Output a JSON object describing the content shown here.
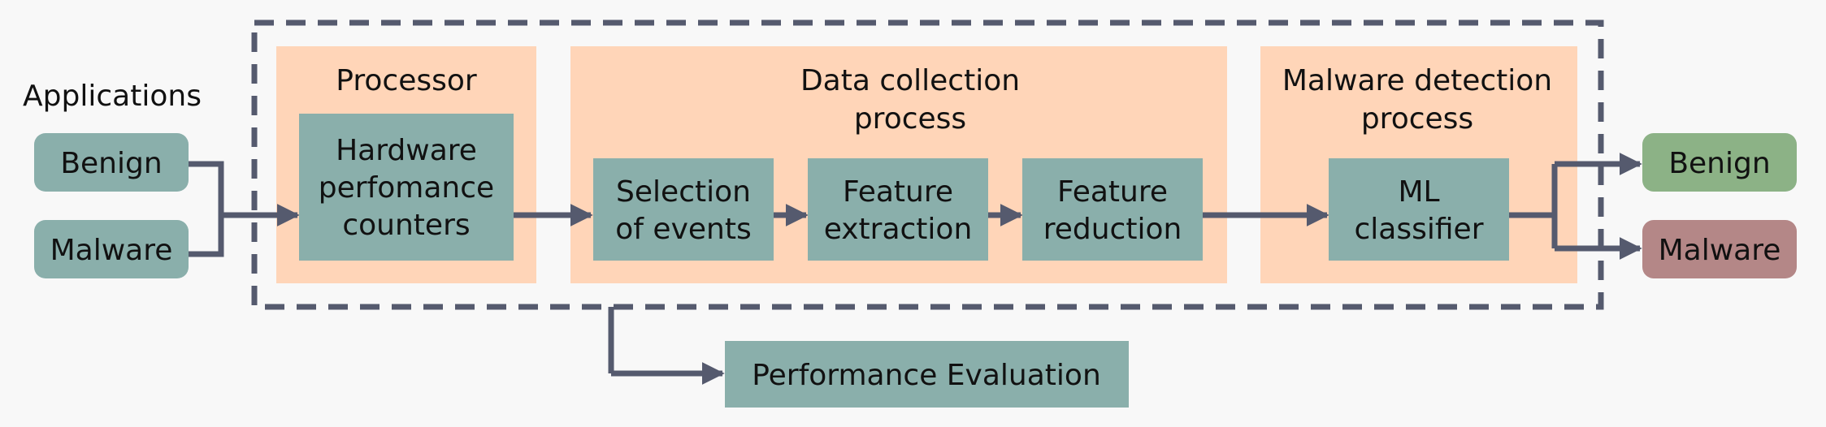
{
  "labels": {
    "applications": "Applications",
    "processor": "Processor",
    "data_collection_line1": "Data collection",
    "data_collection_line2": "process",
    "malware_detection_line1": "Malware detection",
    "malware_detection_line2": "process"
  },
  "inputs": {
    "benign": "Benign",
    "malware": "Malware"
  },
  "processor_block": {
    "line1": "Hardware",
    "line2": "perfomance",
    "line3": "counters"
  },
  "data_collection": {
    "selection_line1": "Selection",
    "selection_line2": "of events",
    "extraction_line1": "Feature",
    "extraction_line2": "extraction",
    "reduction_line1": "Feature",
    "reduction_line2": "reduction"
  },
  "ml": {
    "line1": "ML",
    "line2": "classifier"
  },
  "outputs": {
    "benign": "Benign",
    "malware": "Malware"
  },
  "evaluation": "Performance Evaluation",
  "colors": {
    "teal": "#8aafab",
    "peach": "#ffd5b8",
    "dark_line": "#555a6e",
    "output_benign": "#8cb286",
    "output_malware": "#b48787",
    "background": "#f8f8f8"
  }
}
